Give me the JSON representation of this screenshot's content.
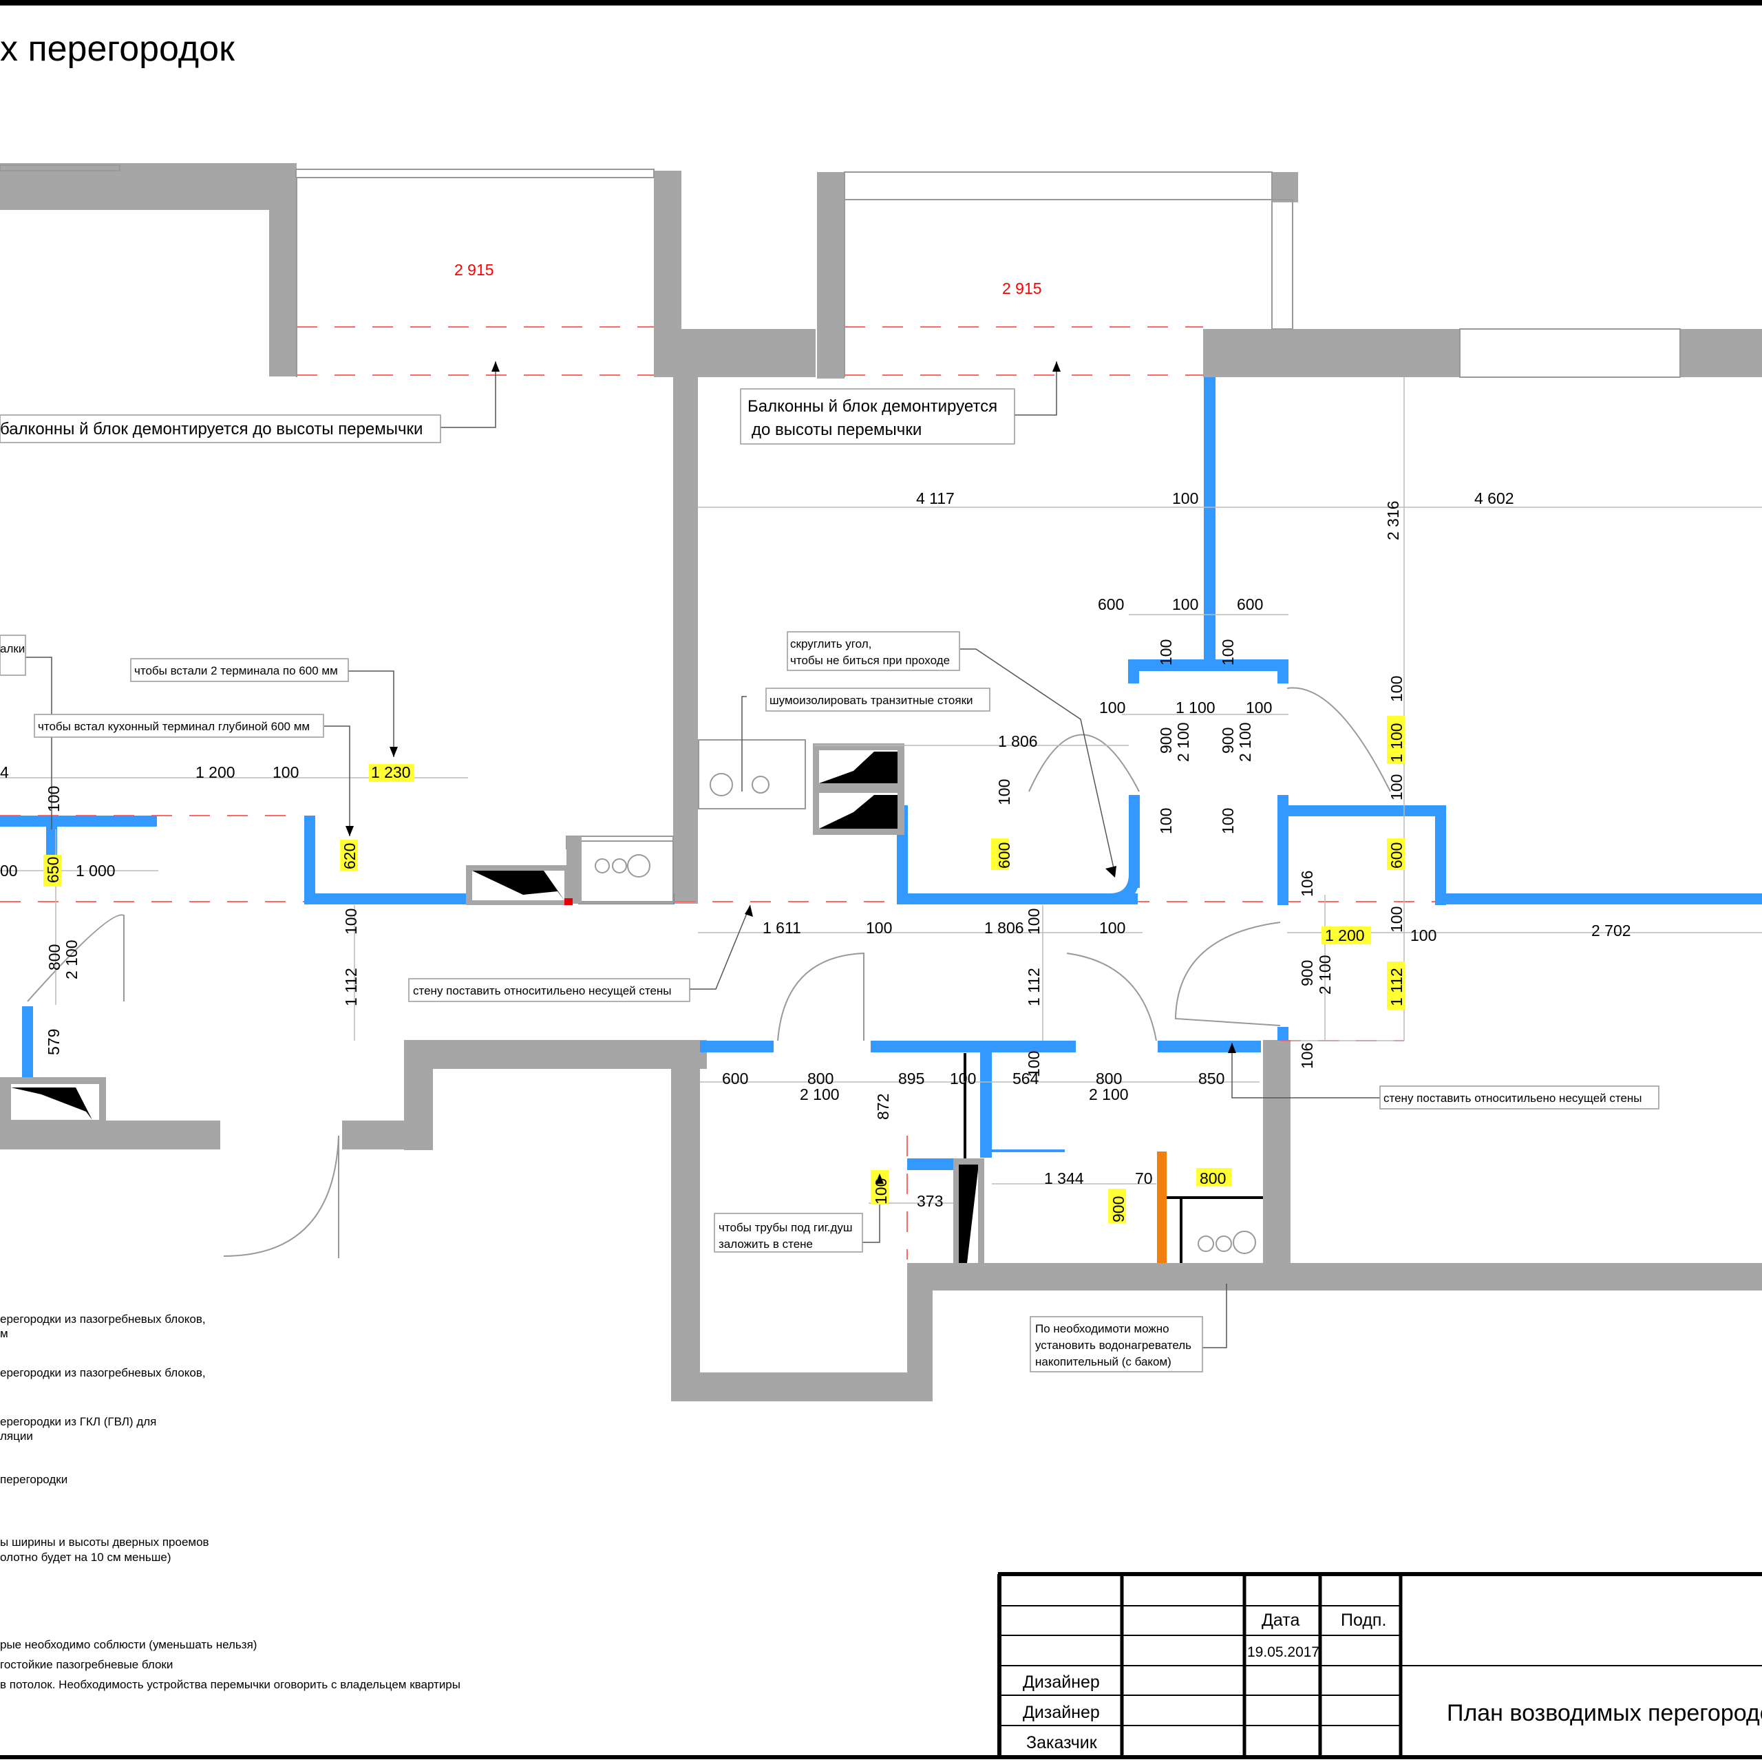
{
  "sheet": {
    "title_fragment": "х перегородок"
  },
  "colors": {
    "bearing_wall": "#a6a6a6",
    "new_partition": "#3399ff",
    "gkl_partition": "#f07f0f",
    "highlight": "#ffff33",
    "red_dim": "#ff0000"
  },
  "dimensions": {
    "balcony_left_width": "2 915",
    "balcony_right_width": "2 915",
    "d_4117": "4 117",
    "d_100_top": "100",
    "d_2316": "2 316",
    "d_4602": "4 602",
    "d_600_a": "600",
    "d_100_b": "100",
    "d_600_c": "600",
    "d_100_v1": "100",
    "d_100_v2": "100",
    "d_100_l": "100",
    "d_1100": "1 100",
    "d_100_r": "100",
    "d_100_v3": "100",
    "d_900_a": "900",
    "d_2100_a": "2 100",
    "d_900_b": "900",
    "d_2100_b": "2 100",
    "d_1806_top": "1 806",
    "d_1100_hl": "1 100",
    "d_100_v4": "100",
    "d_100_v5": "100",
    "d_100_v6": "100",
    "d_100_v7": "100",
    "d_600_hl_a": "600",
    "d_600_hl_b": "600",
    "d_4": "4",
    "d_1200": "1 200",
    "d_100_k": "100",
    "d_1230": "1 230",
    "d_100_kv": "100",
    "d_620": "620",
    "d_00": "00",
    "d_650": "650",
    "d_1000": "1 000",
    "d_100_kv2": "100",
    "d_1112_l": "1 112",
    "d_800_l": "800",
    "d_2100_l": "2 100",
    "d_579": "579",
    "d_1611": "1 611",
    "d_100_m": "100",
    "d_1806_bot": "1 806",
    "d_100_m2": "100",
    "d_100_m3": "100",
    "d_1112_m": "1 112",
    "d_106_a": "106",
    "d_1200_hl": "1 200",
    "d_100_r2": "100",
    "d_100_r3": "100",
    "d_2702": "2 702",
    "d_900_c": "900",
    "d_2100_c": "2 100",
    "d_1112_hl": "1 112",
    "d_106_b": "106",
    "d_600_b": "600",
    "d_800_d1": "800",
    "d_2100_d1": "2 100",
    "d_895": "895",
    "d_100_b2": "100",
    "d_564": "564",
    "d_100_bv": "100",
    "d_800_d2": "800",
    "d_2100_d2": "2 100",
    "d_850": "850",
    "d_872": "872",
    "d_100_hl": "100",
    "d_373": "373",
    "d_1344": "1 344",
    "d_70": "70",
    "d_800_hl": "800",
    "d_900_hl": "900"
  },
  "notes": {
    "balcony_left": "балконны й блок демонтируется до высоты перемычки",
    "balcony_right_1": "Балконны й блок демонтируется",
    "balcony_right_2": "до высоты перемычки",
    "round_corner_1": "скруглить угол,",
    "round_corner_2": "чтобы не биться при проходе",
    "soundproof": "шумоизолировать транзитные стояки",
    "two_terminals": "чтобы встали 2 терминала по 600 мм",
    "kitchen_terminal": "чтобы встал кухонный терминал глубиной 600 мм",
    "alki": "алки",
    "wall_rel_1": "стену поставить относитильено несущей стены",
    "wall_rel_2": "стену поставить относитильено несущей стены",
    "pipes_1": "чтобы трубы под гиг.душ",
    "pipes_2": "заложить в стене",
    "heater_1": "По необходимоти можно",
    "heater_2": "установить водонагреватель",
    "heater_3": "накопительный (с баком)"
  },
  "legend": {
    "l1a": "ерегородки из пазогребневых блоков,",
    "l1b": "м",
    "l2a": "ерегородки из пазогребневых блоков,",
    "l3a": "ерегородки из ГКЛ (ГВЛ) для",
    "l3b": "ляции",
    "l4a": "перегородки",
    "l5a": "ы ширины и высоты дверных проемов",
    "l5b": "олотно будет на 10 см меньше)",
    "f1": "рые необходимо соблюсти (уменьшать нельзя)",
    "f2": "гостойкие пазогребневые блоки",
    "f3": "в потолок. Необходимость устройства перемычки оговорить с владельцем квартиры"
  },
  "title_block": {
    "col_date": "Дата",
    "col_sign": "Подп.",
    "date_value": "19.05.2017",
    "row_designer_1": "Дизайнер",
    "row_designer_2": "Дизайнер",
    "row_customer": "Заказчик",
    "sheet_name": "План возводимых перегородо"
  }
}
